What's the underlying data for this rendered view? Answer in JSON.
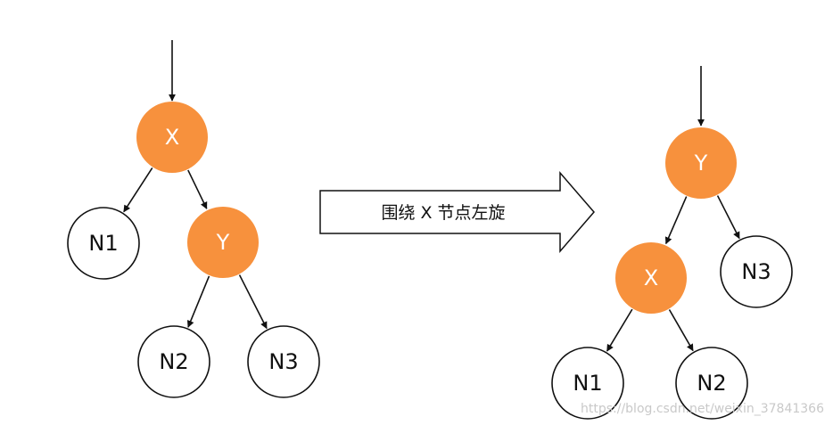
{
  "colors": {
    "highlight_fill": "#F7913D",
    "plain_fill": "#FFFFFF",
    "stroke": "#111111",
    "highlight_text": "#FFFFFF",
    "plain_text": "#111111",
    "watermark": "#C9C9C9"
  },
  "before": {
    "nodes": [
      {
        "id": "X",
        "label": "X",
        "highlight": true
      },
      {
        "id": "N1",
        "label": "N1",
        "highlight": false
      },
      {
        "id": "Y",
        "label": "Y",
        "highlight": true
      },
      {
        "id": "N2",
        "label": "N2",
        "highlight": false
      },
      {
        "id": "N3",
        "label": "N3",
        "highlight": false
      }
    ],
    "edges": [
      [
        "X",
        "N1"
      ],
      [
        "X",
        "Y"
      ],
      [
        "Y",
        "N2"
      ],
      [
        "Y",
        "N3"
      ]
    ],
    "root": "X"
  },
  "operation": {
    "label": "围绕 X 节点左旋"
  },
  "after": {
    "nodes": [
      {
        "id": "Y",
        "label": "Y",
        "highlight": true
      },
      {
        "id": "X",
        "label": "X",
        "highlight": true
      },
      {
        "id": "N3",
        "label": "N3",
        "highlight": false
      },
      {
        "id": "N1",
        "label": "N1",
        "highlight": false
      },
      {
        "id": "N2",
        "label": "N2",
        "highlight": false
      }
    ],
    "edges": [
      [
        "Y",
        "X"
      ],
      [
        "Y",
        "N3"
      ],
      [
        "X",
        "N1"
      ],
      [
        "X",
        "N2"
      ]
    ],
    "root": "Y"
  },
  "watermark": {
    "text": "https://blog.csdn.net/weixin_37841366"
  }
}
